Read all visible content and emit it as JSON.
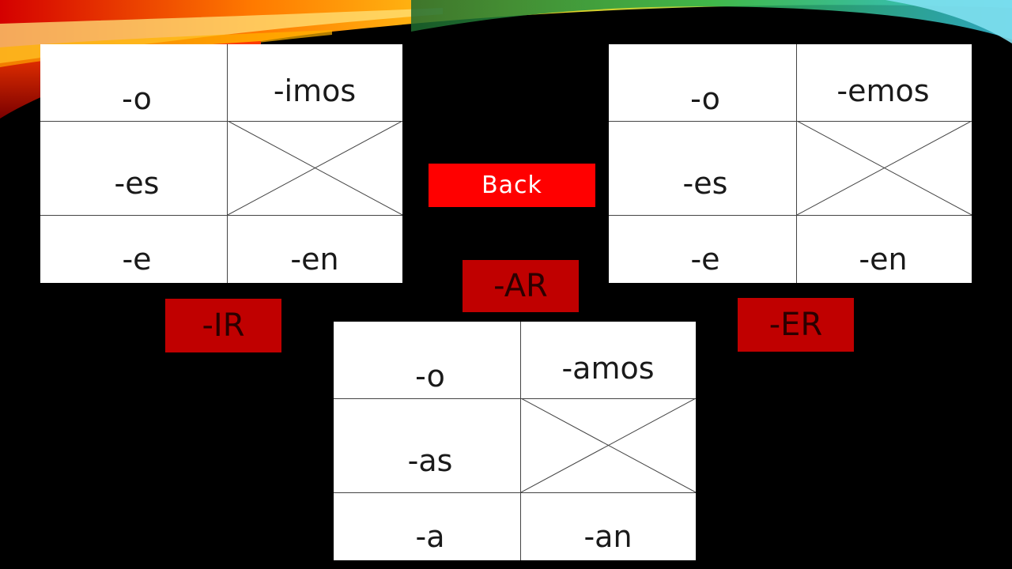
{
  "back_button": {
    "label": "Back"
  },
  "labels": {
    "ir": "-IR",
    "ar": "-AR",
    "er": "-ER"
  },
  "tables": {
    "ir": {
      "r1c1": "-o",
      "r1c2": "-imos",
      "r2c1": "-es",
      "r2c2": "",
      "r3c1": "-e",
      "r3c2": "-en"
    },
    "er": {
      "r1c1": "-o",
      "r1c2": "-emos",
      "r2c1": "-es",
      "r2c2": "",
      "r3c1": "-e",
      "r3c2": "-en"
    },
    "ar": {
      "r1c1": "-o",
      "r1c2": "-amos",
      "r2c1": "-as",
      "r2c2": "",
      "r3c1": "-a",
      "r3c2": "-an"
    }
  },
  "colors": {
    "background": "#000000",
    "label_box": "#c00000",
    "back_button": "#ff0000",
    "table": "#ffffff"
  }
}
